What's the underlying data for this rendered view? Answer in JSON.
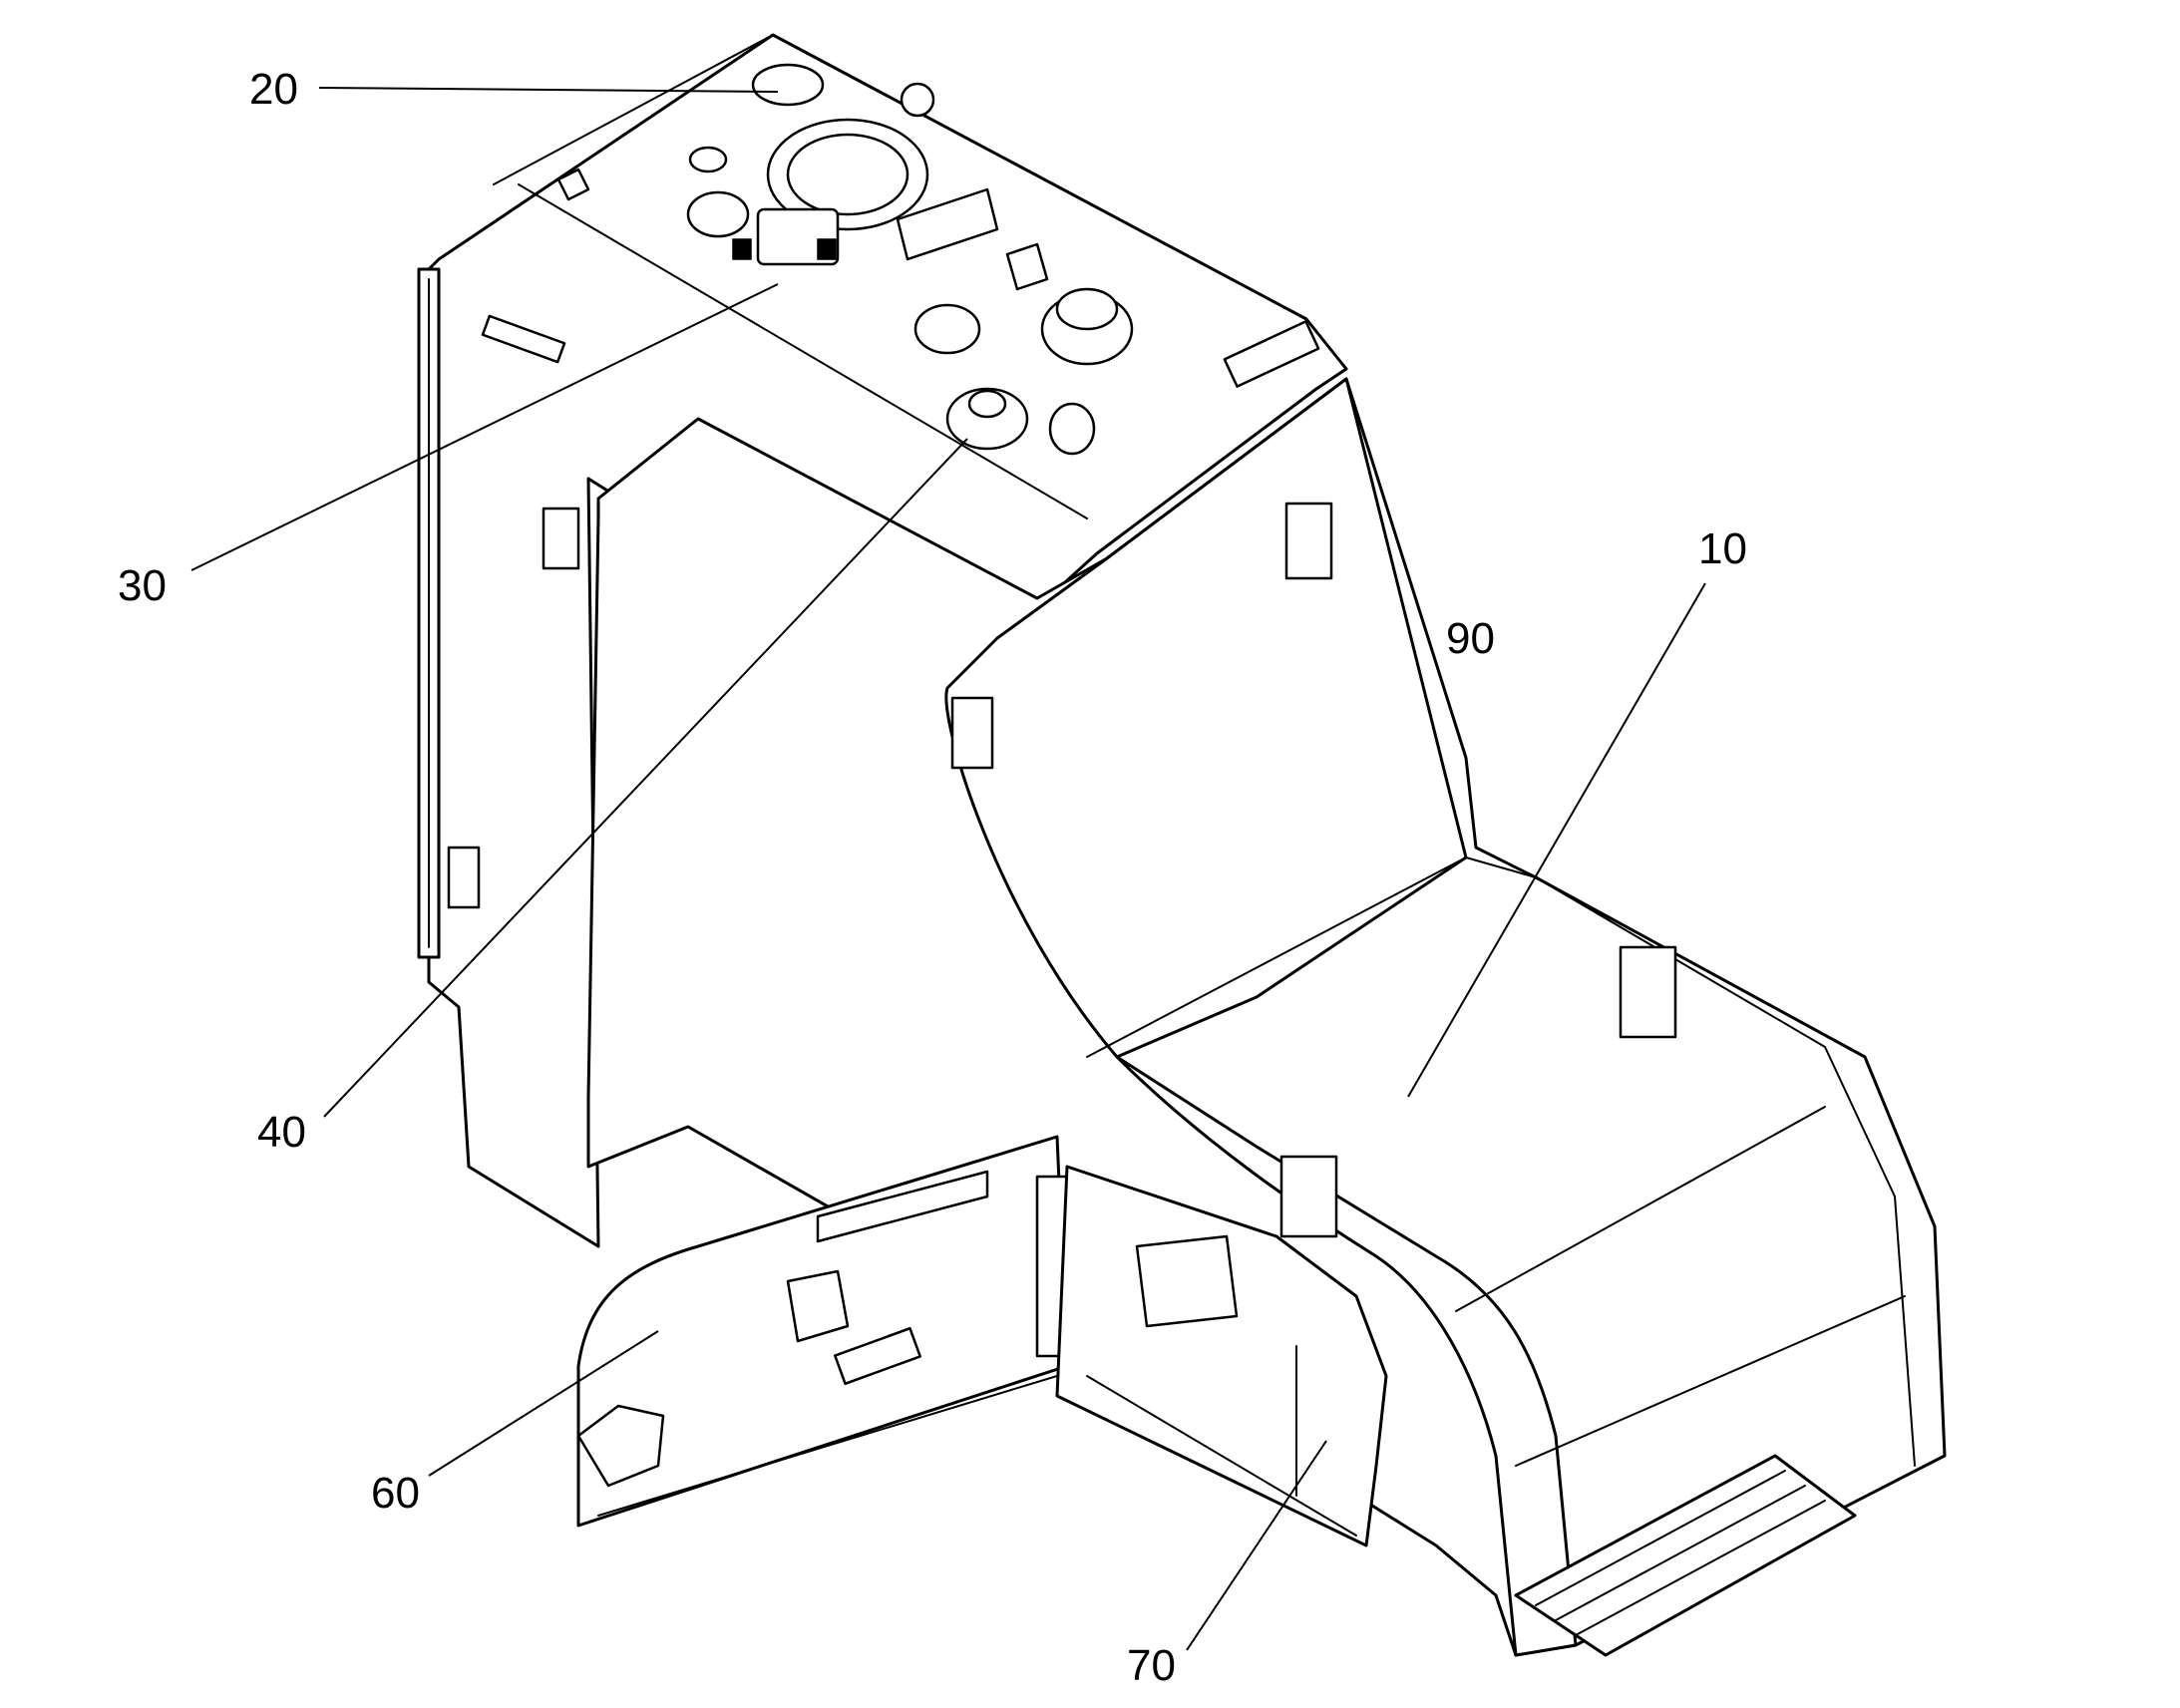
{
  "diagram": {
    "colors": {
      "line": "#000000",
      "background": "#ffffff"
    },
    "callouts": [
      {
        "id": "20",
        "label": "20"
      },
      {
        "id": "30",
        "label": "30"
      },
      {
        "id": "40",
        "label": "40"
      },
      {
        "id": "10",
        "label": "10"
      },
      {
        "id": "90",
        "label": "90"
      },
      {
        "id": "60",
        "label": "60"
      },
      {
        "id": "70",
        "label": "70"
      }
    ]
  }
}
